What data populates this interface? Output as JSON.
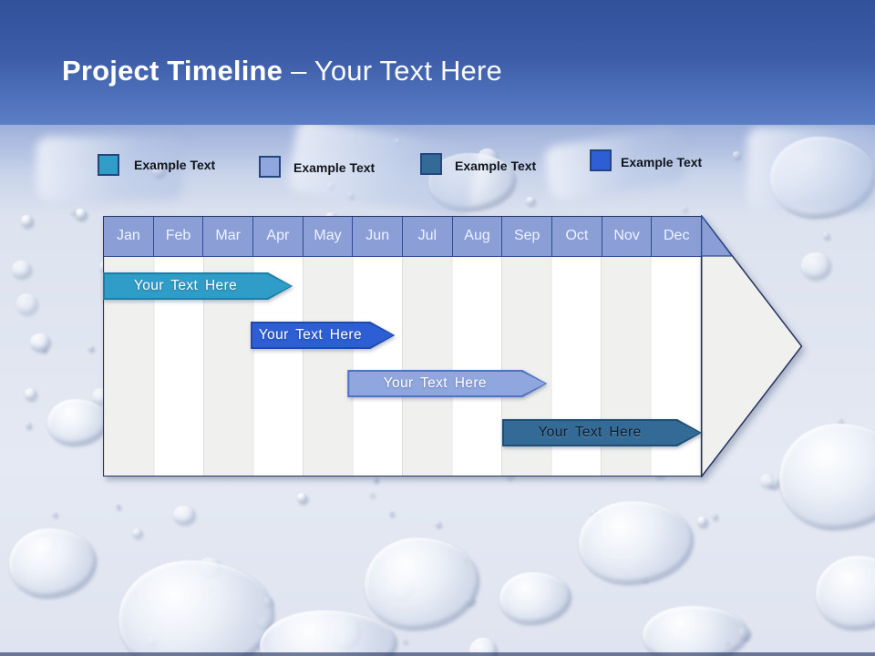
{
  "header": {
    "title_bold": "Project Timeline",
    "title_rest": "– Your Text Here"
  },
  "legend": {
    "items": [
      {
        "label": "Example Text",
        "color": "#2f9dc7"
      },
      {
        "label": "Example Text",
        "color": "#8fa6de"
      },
      {
        "label": "Example Text",
        "color": "#336b96"
      },
      {
        "label": "Example Text",
        "color": "#2d5ed3"
      }
    ]
  },
  "timeline": {
    "months": [
      "Jan",
      "Feb",
      "Mar",
      "Apr",
      "May",
      "Jun",
      "Jul",
      "Aug",
      "Sep",
      "Oct",
      "Nov",
      "Dec"
    ],
    "month_header_color": "#8b9fd6",
    "bars": [
      {
        "label": "Your Text Here",
        "fill": "#2f9dc7",
        "border": "#1b7fa8",
        "text_color": "#ffffff",
        "row": 0,
        "start_month": 0.0,
        "end_month": 3.8
      },
      {
        "label": "Your Text Here",
        "fill": "#2d5ed3",
        "border": "#1e49ae",
        "text_color": "#ffffff",
        "row": 1,
        "start_month": 2.95,
        "end_month": 5.85
      },
      {
        "label": "Your Text Here",
        "fill": "#8fa6de",
        "border": "#4e72c8",
        "text_color": "#ffffff",
        "row": 2,
        "start_month": 4.9,
        "end_month": 8.9
      },
      {
        "label": "Your Text Here",
        "fill": "#336b96",
        "border": "#1e4e73",
        "text_color": "#0f1b2e",
        "row": 3,
        "start_month": 8.0,
        "end_month": 12.0
      }
    ]
  },
  "colors": {
    "header_gradient_top": "#31519b",
    "header_gradient_bottom": "#5c7ec6",
    "outline": "#25355e",
    "grid_stripe": "#f0f0ee",
    "grid_white": "#ffffff",
    "legend_swatch_border": "#24457e"
  }
}
